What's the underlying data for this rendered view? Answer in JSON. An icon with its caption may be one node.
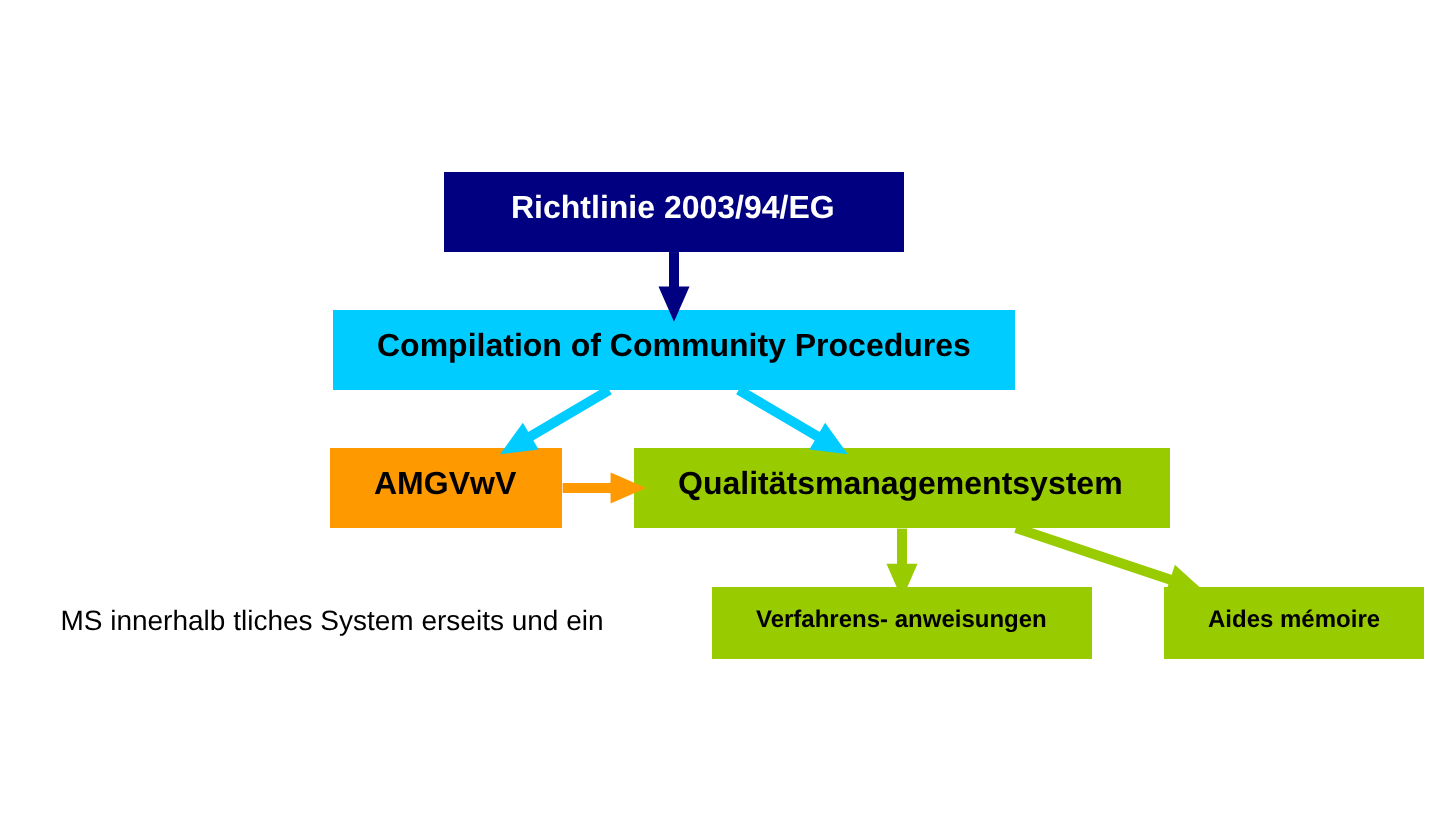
{
  "diagram": {
    "nodes": [
      {
        "text": [
          "Richtlinie 2003/94/EG"
        ]
      },
      {
        "text": [
          "Compilation of Community Procedures"
        ]
      },
      {
        "text": [
          "AMGVwV"
        ]
      },
      {
        "text": [
          "Qualitätsmanagementsystem"
        ]
      },
      {
        "text": [
          "Verfahrens- anweisungen"
        ]
      },
      {
        "text": [
          "Aides mémoire"
        ]
      }
    ],
    "edges": [
      {
        "from": 0,
        "to": 1,
        "arrow": "to",
        "color": "#000080"
      },
      {
        "from": 1,
        "to": 2,
        "arrow": "to",
        "color": "#00ccff"
      },
      {
        "from": 1,
        "to": 3,
        "arrow": "to",
        "color": "#00ccff"
      },
      {
        "from": 2,
        "to": 3,
        "arrow": "to",
        "color": "#ff9900"
      },
      {
        "from": 3,
        "to": 4,
        "arrow": "to",
        "color": "#99cc00"
      },
      {
        "from": 3,
        "to": 5,
        "arrow": "to",
        "color": "#99cc00"
      }
    ],
    "labels": [
      "MS innerhalb tliches System erseits und ein"
    ]
  }
}
